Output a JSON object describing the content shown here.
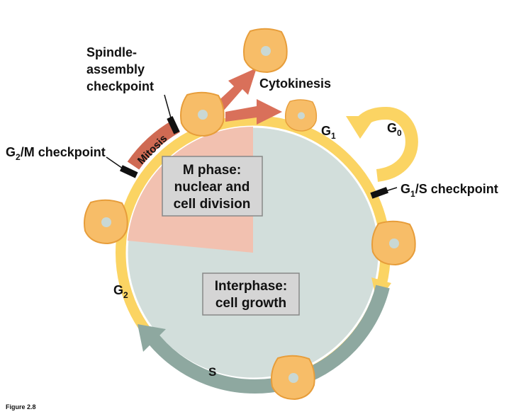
{
  "labels": {
    "spindle_line1": "Spindle-",
    "spindle_line2": "assembly",
    "spindle_line3": "checkpoint",
    "cytokinesis": "Cytokinesis",
    "g2m_main": "G",
    "g2m_sub": "2",
    "g2m_rest": "/M checkpoint",
    "g1s_main": "G",
    "g1s_sub": "1",
    "g1s_rest": "/S checkpoint",
    "g1_main": "G",
    "g1_sub": "1",
    "g0_main": "G",
    "g0_sub": "0",
    "g2_main": "G",
    "g2_sub": "2",
    "s": "S",
    "mitosis": "Mitosis"
  },
  "boxes": {
    "m_phase_line1": "M phase:",
    "m_phase_line2": "nuclear and",
    "m_phase_line3": "cell division",
    "interphase_line1": "Interphase:",
    "interphase_line2": "cell growth"
  },
  "caption": "Figure 2.8",
  "colors": {
    "interphase_fill": "#d2dedb",
    "m_phase_wedge": "#f2c1b0",
    "yellow_ring": "#fbd463",
    "s_arrow": "#8ea8a0",
    "mitosis_band": "#cf6a53",
    "cyto_arrow": "#d9705a",
    "cell_fill": "#f7bd68",
    "cell_edge": "#e79d3a",
    "nucleus": "#c9d8d4",
    "box_fill": "#d5d5d5",
    "box_edge": "#888888",
    "checkpoint_bar": "#111111"
  }
}
